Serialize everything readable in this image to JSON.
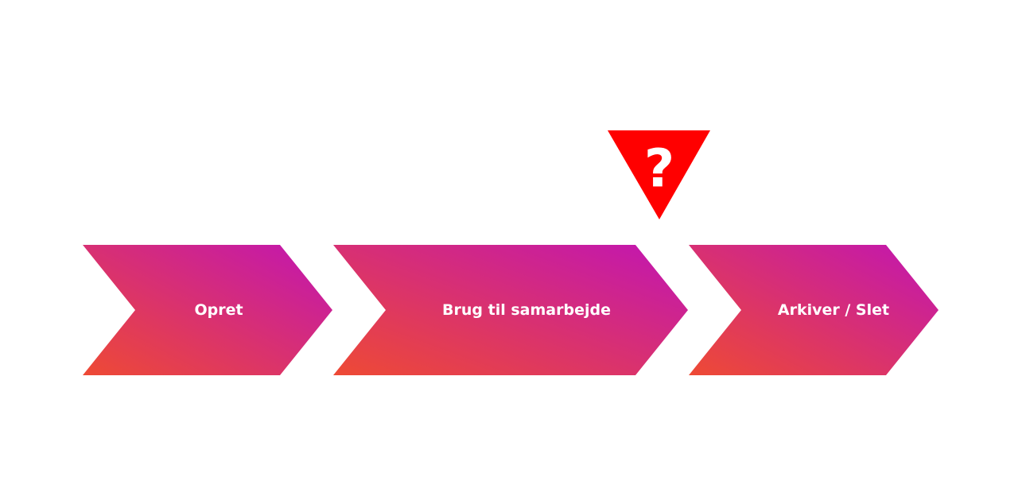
{
  "steps": [
    {
      "label": "Opret"
    },
    {
      "label": "Brug til samarbejde"
    },
    {
      "label": "Arkiver / Slet"
    }
  ],
  "warning": {
    "glyph": "?",
    "icon": "warning-triangle-question-icon",
    "color": "#ff0000"
  },
  "colors": {
    "gradient_start": "#ee4a34",
    "gradient_end": "#c115b3"
  }
}
